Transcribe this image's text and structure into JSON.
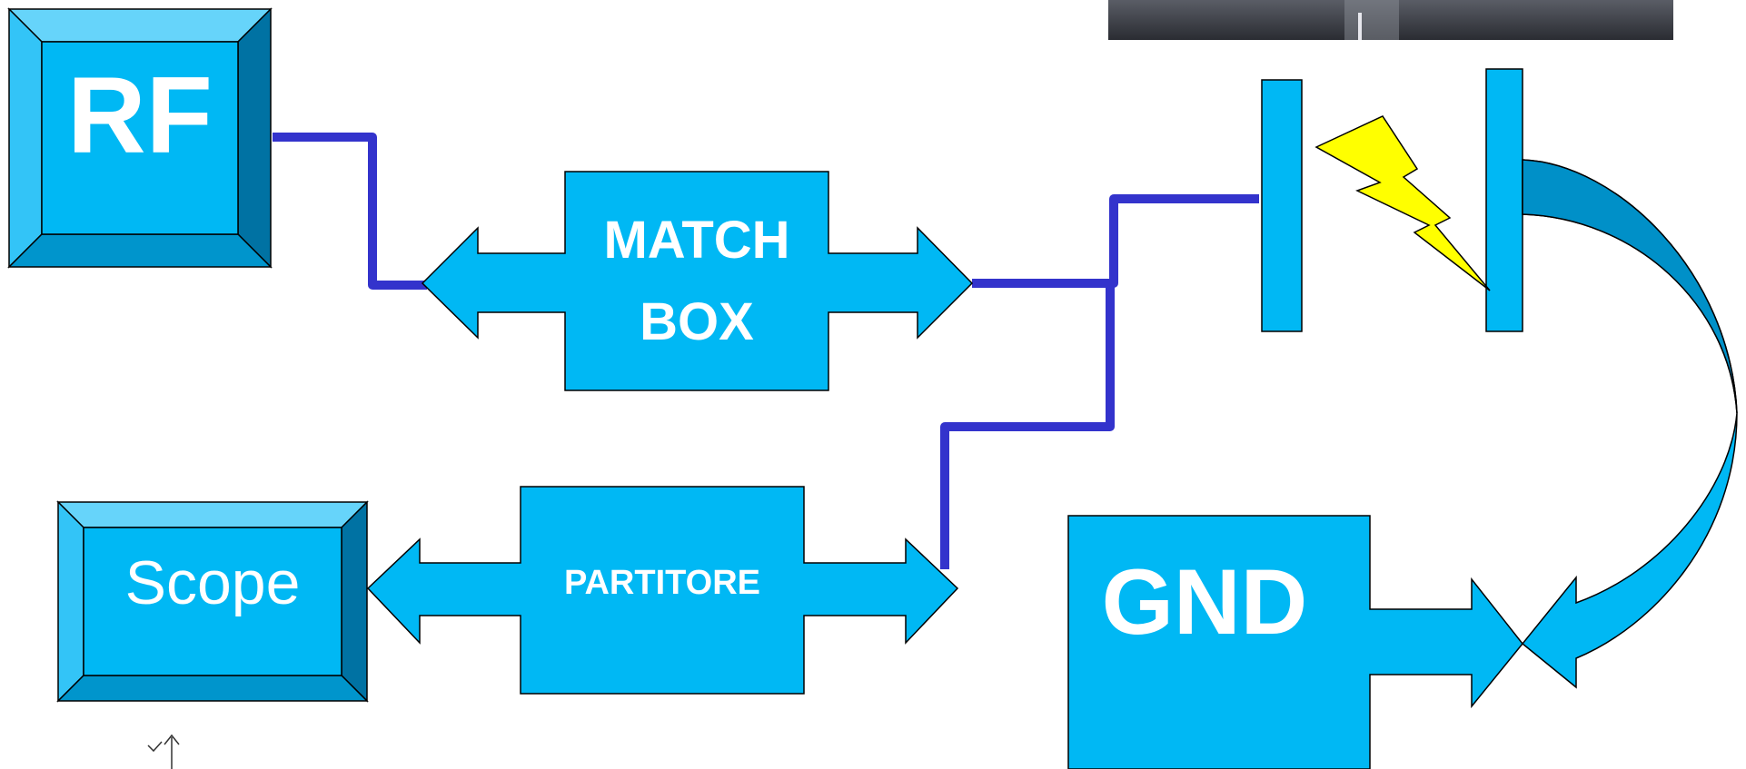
{
  "colors": {
    "block_fill": "#00B8F4",
    "bevel_light": "#66D4FA",
    "bevel_dark": "#0072A3",
    "bevel_mid": "#0095CC",
    "wire": "#3333CC",
    "spark": "#FFFF00",
    "text": "#FFFFFF",
    "photo_top": "#4a4d55",
    "photo_bottom": "#2c2e34"
  },
  "blocks": {
    "rf": {
      "label": "RF"
    },
    "scope": {
      "label": "Scope"
    },
    "match_box": {
      "line1": "MATCH",
      "line2": "BOX"
    },
    "partitore": {
      "label": "PARTITORE"
    },
    "gnd": {
      "label": "GND"
    }
  },
  "icons": {
    "spark": "lightning-bolt",
    "ground_return": "curved-arrow",
    "cursor": "arrow-cursor"
  }
}
